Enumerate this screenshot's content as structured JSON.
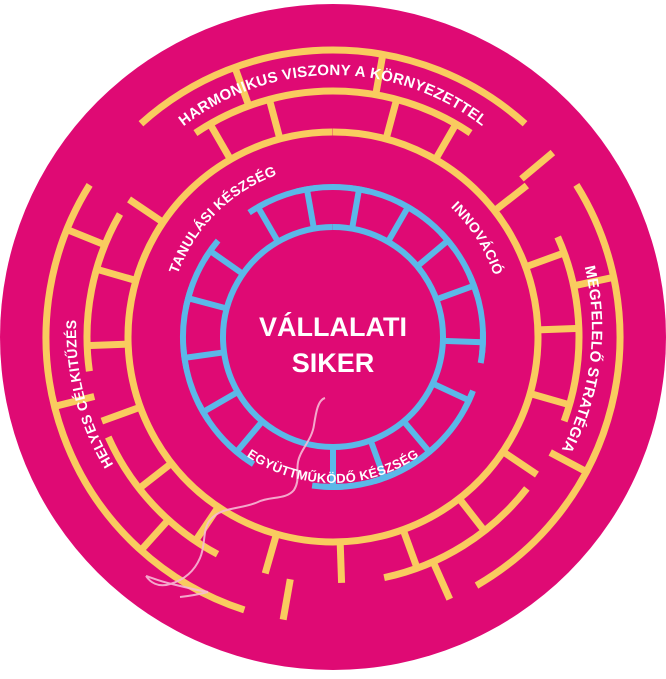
{
  "diagram": {
    "center": {
      "line1": "VÁLLALATI",
      "line2": "SIKER"
    },
    "outer_labels": {
      "top": "HARMONIKUS VISZONY A KÖRNYEZETTEL",
      "right": "MEGFELELŐ STRATÉGIA",
      "left": "HELYES CÉLKITŰZÉS"
    },
    "inner_labels": {
      "top_left": "TANULÁSI KÉSZSÉG",
      "right": "INNOVÁCIÓ",
      "bottom": "EGYÜTTMŰKÖDŐ KÉSZSÉG"
    },
    "colors": {
      "background_disc": "#df0a74",
      "outer_maze": "#f9cb5f",
      "inner_maze": "#5bb8e8",
      "text": "#ffffff",
      "path_line": "#f6b9d6"
    }
  }
}
